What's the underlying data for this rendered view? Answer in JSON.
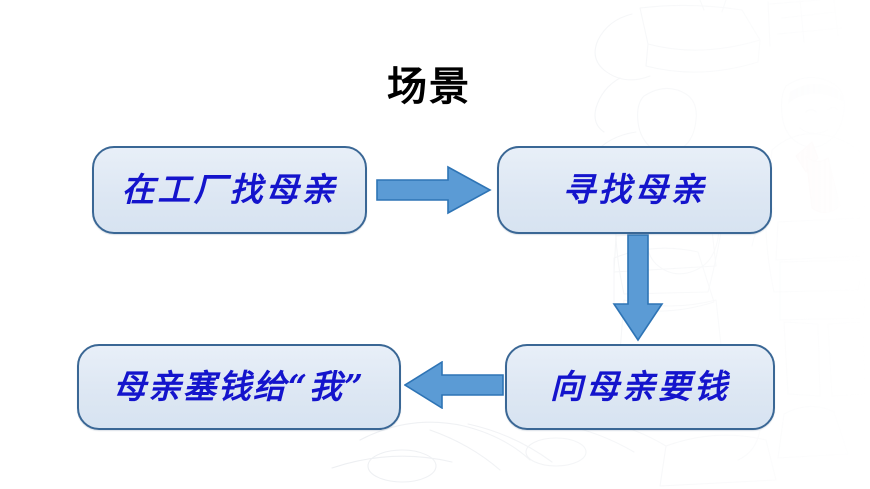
{
  "slide": {
    "title": "场景",
    "background_color": "#ffffff",
    "node_fill_color": "#dde7f3",
    "node_border_color": "#3a6795",
    "node_text_color": "#1414CC",
    "arrow_fill_color": "#5B9BD5",
    "arrow_border_color": "#2E74B5",
    "title_color": "#000000"
  },
  "nodes": [
    {
      "id": "node-1",
      "label": "在工厂找母亲"
    },
    {
      "id": "node-2",
      "label": "寻找母亲"
    },
    {
      "id": "node-3",
      "label": "母亲塞钱给“我”"
    },
    {
      "id": "node-4",
      "label": "向母亲要钱"
    }
  ],
  "arrows": [
    {
      "id": "arrow-right",
      "direction": "right",
      "from": "node-1",
      "to": "node-2"
    },
    {
      "id": "arrow-down",
      "direction": "down",
      "from": "node-2",
      "to": "node-4"
    },
    {
      "id": "arrow-left",
      "direction": "left",
      "from": "node-4",
      "to": "node-3"
    }
  ],
  "watermark": {
    "description": "faint line-art illustration of students, a boy wearing a red neckerchief holding a book"
  }
}
